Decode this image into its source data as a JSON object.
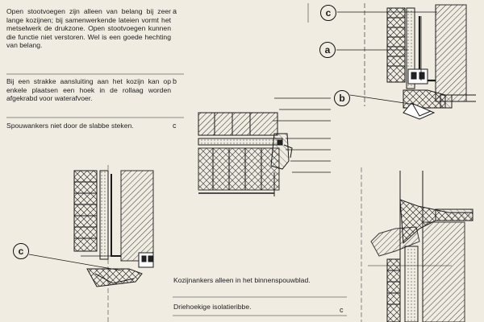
{
  "notes": [
    {
      "key": "a",
      "text": "Open stootvoegen zijn alleen van belang bij zeer lange kozijnen; bij samenwerkende lateien vormt het metselwerk de drukzone. Open stootvoegen kunnen die functie niet verstoren. Wel is een goede hechting van belang."
    },
    {
      "key": "b",
      "text": "Bij een strakke aansluiting aan het kozijn kan op enkele plaatsen een hoek in de rollaag worden afgekrabd voor waterafvoer."
    },
    {
      "key": "c",
      "text": "Spouwankers niet door de slabbe steken."
    },
    {
      "key": "",
      "text": "Kozijnankers alleen in het binnenspouwblad."
    },
    {
      "key": "c",
      "text": "Driehoekige isolatieribbe."
    }
  ],
  "callouts": {
    "top_c": "c",
    "top_a": "a",
    "top_b": "b",
    "bottom_c": "c"
  }
}
